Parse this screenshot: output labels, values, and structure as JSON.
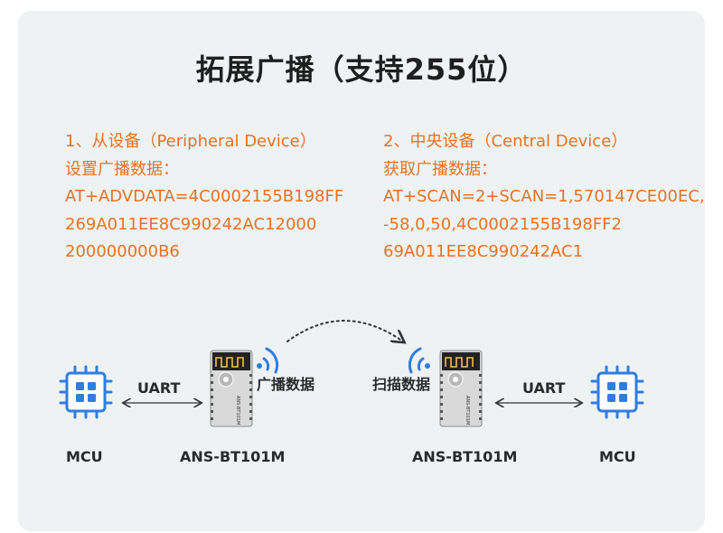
{
  "title": "拓展广播（支持255位）",
  "peripheral": {
    "heading": "1、从设备（Peripheral Device）",
    "subheading": "设置广播数据：",
    "command_lines": [
      "AT+ADVDATA=4C0002155B198FF",
      "269A011EE8C990242AC12000",
      "200000000B6"
    ]
  },
  "central": {
    "heading": "2、中央设备（Central Device）",
    "subheading": "获取广播数据：",
    "command_lines": [
      "AT+SCAN=2+SCAN=1,570147CE00EC,",
      "-58,0,50,4C0002155B198FF2",
      "69A011EE8C990242AC1"
    ]
  },
  "diagram": {
    "left_mcu_label": "MCU",
    "right_mcu_label": "MCU",
    "left_link_label": "UART",
    "right_link_label": "UART",
    "left_module_label": "ANS-BT101M",
    "right_module_label": "ANS-BT101M",
    "broadcast_label": "广播数据",
    "scan_label": "扫描数据",
    "module_print": "ANS-BT101M"
  },
  "colors": {
    "accent_orange": "#e8731d",
    "chip_blue": "#2f7de1",
    "card_bg": "#eef2f3",
    "title_text": "#1f1f1f"
  }
}
